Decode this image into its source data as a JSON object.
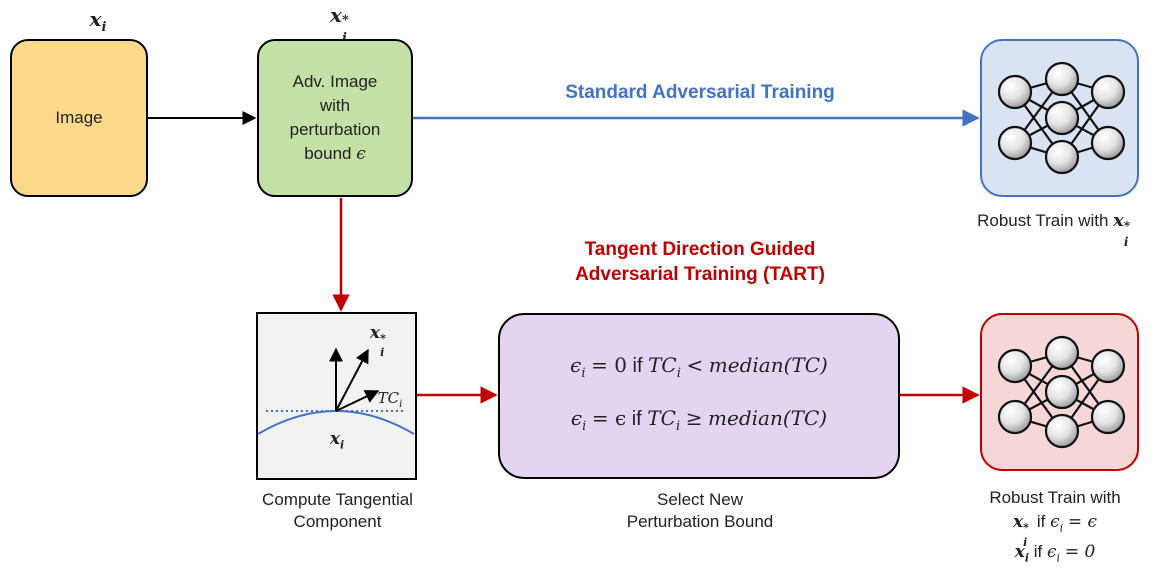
{
  "image_box": {
    "label": "Image",
    "top_var": "x",
    "top_sub": "i"
  },
  "adv_box": {
    "lines": [
      "Adv. Image",
      "with",
      "perturbation"
    ],
    "bound_word": "bound",
    "bound_sym": "ϵ",
    "top_var": "x",
    "top_sub": "i",
    "top_sup": "*"
  },
  "standard_label": "Standard Adversarial Training",
  "tart_label": {
    "line1": "Tangent Direction Guided",
    "line2": "Adversarial Training (TART)"
  },
  "robust_top_caption": {
    "text": "Robust Train with",
    "var": "x",
    "sub": "i",
    "sup": "*"
  },
  "tangent_panel": {
    "xi_var": "x",
    "xi_sub": "i",
    "xstar_var": "x",
    "xstar_sub": "i",
    "xstar_sup": "*",
    "tc_var": "TC",
    "tc_sub": "i"
  },
  "tangent_caption": [
    "Compute Tangential",
    "Component"
  ],
  "select_box": {
    "rule1": {
      "eps": "ϵ",
      "sub": "i",
      "eq": "= 0",
      "if": "if",
      "tc": "TC",
      "tc_sub": "i",
      "op": "<",
      "rhs": "median(TC)"
    },
    "rule2": {
      "eps": "ϵ",
      "sub": "i",
      "eq": "= ϵ",
      "if": "if",
      "tc": "TC",
      "tc_sub": "i",
      "op": "≥",
      "rhs": "median(TC)"
    }
  },
  "select_caption": [
    "Select New",
    "Perturbation Bound"
  ],
  "robust_bottom_caption": {
    "line1": "Robust Train with",
    "line2": {
      "var": "x",
      "sub": "i",
      "sup": "*",
      "if": "if",
      "cond": "ϵ",
      "cond_sub": "i",
      "cond_rhs": "= ϵ"
    },
    "line3": {
      "var": "x",
      "sub": "i",
      "if": "if",
      "cond": "ϵ",
      "cond_sub": "i",
      "cond_rhs": "= 0"
    }
  },
  "colors": {
    "blue_arrow": "#4472c4",
    "red_arrow": "#c00000",
    "image_fill": "#ffd98a",
    "adv_fill": "#c5e0a5",
    "select_fill": "#e3d5f2",
    "nn_blue_fill": "#dae3f3",
    "nn_blue_border": "#4472c4",
    "nn_red_fill": "#f6d6d6",
    "nn_red_border": "#c00000",
    "tart_text": "#c00000",
    "standard_text": "#4472c4"
  }
}
